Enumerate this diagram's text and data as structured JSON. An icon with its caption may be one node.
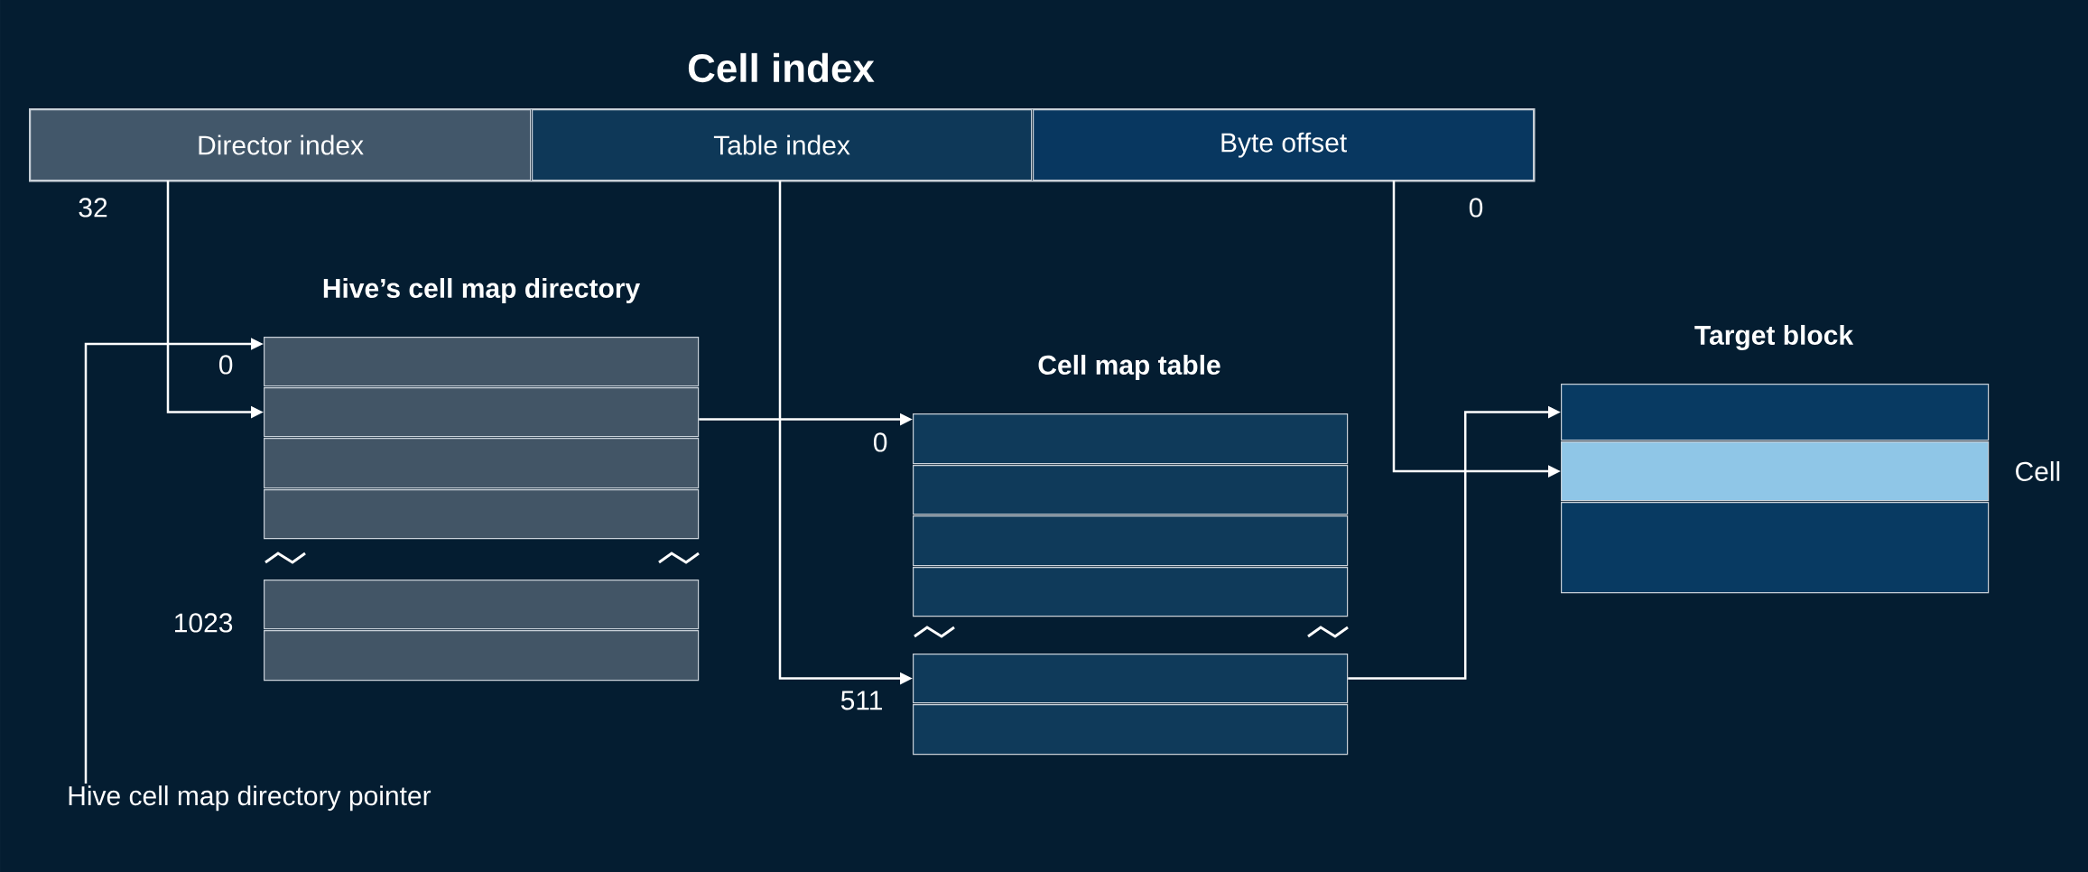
{
  "diagram": {
    "nodes": [
      {
        "text": [
          "Cell index"
        ]
      },
      {
        "text": [
          "Director index"
        ],
        "in": 0
      },
      {
        "text": [
          "Table index"
        ],
        "in": 0
      },
      {
        "text": [
          "Byte offset"
        ],
        "in": 0
      },
      {
        "text": [],
        "shape": "box"
      },
      {
        "text": [],
        "shape": "box"
      },
      {
        "text": [],
        "shape": "box"
      },
      {
        "text": [],
        "shape": "box"
      },
      {
        "text": [],
        "shape": "box"
      },
      {
        "text": [],
        "shape": "box"
      },
      {
        "text": [],
        "shape": "box"
      },
      {
        "text": [],
        "shape": "box"
      },
      {
        "text": [],
        "shape": "box"
      },
      {
        "text": [],
        "shape": "box"
      },
      {
        "text": [],
        "shape": "box"
      },
      {
        "text": [],
        "shape": "box"
      },
      {
        "text": [],
        "shape": "box"
      },
      {
        "text": [],
        "shape": "box",
        "beside": [
          "Cell"
        ]
      },
      {
        "text": [],
        "shape": "box"
      },
      {
        "text": [
          "Hive cell map directory pointer"
        ]
      }
    ],
    "edges": [
      {
        "from": 19,
        "to": 4,
        "arrow": "to"
      },
      {
        "from": 1,
        "to": 5,
        "arrow": "to"
      },
      {
        "from": 5,
        "to": 10,
        "arrow": "to"
      },
      {
        "from": 2,
        "to": 14,
        "arrow": "to"
      },
      {
        "from": 14,
        "to": 16,
        "arrow": "to"
      },
      {
        "from": 3,
        "to": 17,
        "arrow": "to"
      }
    ],
    "labels": [
      "32",
      "0",
      "Hive’s cell map directory",
      "Target block",
      "0",
      "Cell map table",
      "0",
      "1023",
      "511"
    ]
  }
}
